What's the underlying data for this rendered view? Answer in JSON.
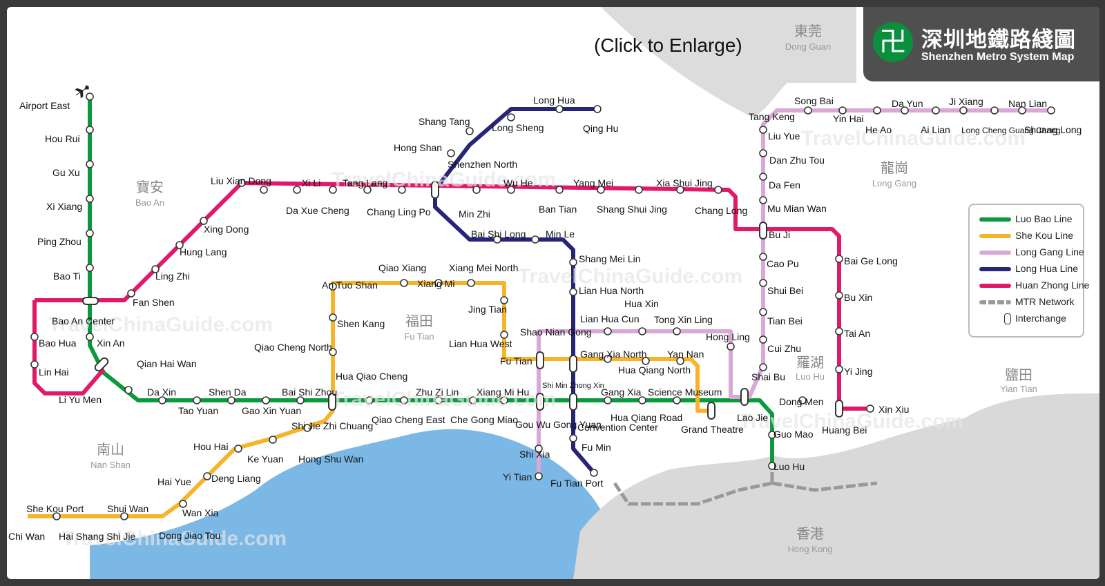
{
  "header": {
    "title_cn": "深圳地鐵路綫圖",
    "title_en": "Shenzhen Metro System Map",
    "click_text": "(Click to Enlarge)",
    "logo_icon": "metro-logo-icon"
  },
  "colors": {
    "luo_bao": "#0a9a3d",
    "she_kou": "#f5b42a",
    "long_gang": "#d9a8d6",
    "long_hua": "#27257a",
    "huan_zhong": "#e0196a",
    "mtr": "#999999",
    "sea": "#7cb8e6",
    "land_hk": "#d9d9d9"
  },
  "legend": {
    "items": [
      {
        "label": "Luo Bao Line",
        "color": "#0a9a3d"
      },
      {
        "label": "She Kou Line",
        "color": "#f5b42a"
      },
      {
        "label": "Long Gang Line",
        "color": "#d9a8d6"
      },
      {
        "label": "Long Hua Line",
        "color": "#27257a"
      },
      {
        "label": "Huan Zhong Line",
        "color": "#e0196a"
      },
      {
        "label": "MTR Network",
        "color": "#999999"
      }
    ],
    "interchange_label": "Interchange"
  },
  "districts": [
    {
      "cn": "寶安",
      "en": "Bao An"
    },
    {
      "cn": "福田",
      "en": "Fu Tian"
    },
    {
      "cn": "南山",
      "en": "Nan Shan"
    },
    {
      "cn": "羅湖",
      "en": "Luo Hu"
    },
    {
      "cn": "龍崗",
      "en": "Long Gang"
    },
    {
      "cn": "東莞",
      "en": "Dong Guan"
    },
    {
      "cn": "鹽田",
      "en": "Yian Tian"
    },
    {
      "cn": "香港",
      "en": "Hong Kong"
    }
  ],
  "watermark": "TravelChinaGuide.com",
  "stations": {
    "luo_bao": [
      "Airport East",
      "Hou Rui",
      "Gu Xu",
      "Xi Xiang",
      "Ping Zhou",
      "Bao Ti",
      "Bao An Center",
      "Xin An",
      "Qian Hai Wan",
      "Li Yu Men",
      "Da Xin",
      "Tao Yuan",
      "Shen Da",
      "Gao Xin Yuan",
      "Bai Shi Zhou",
      "Qiao Cheng East",
      "Hua Qiao Cheng",
      "Shi Jie Zhi Chuang",
      "Zhu Zi Lin",
      "Che Gong Miao",
      "Xiang Mi Hu",
      "Gou Wu Gong Yuan",
      "Convention Center",
      "Hua Qiang Road",
      "Gang Xia",
      "Science Museum",
      "Grand Theatre",
      "Lao Jie",
      "Guo Mao",
      "Luo Hu"
    ],
    "she_kou": [
      "She Kou Port",
      "Shui Wan",
      "Dong Jiao Tou",
      "Wan Xia",
      "Hai Yue",
      "Deng Liang",
      "Hou Hai",
      "Ke Yuan",
      "Hong Shu Wan",
      "Qiao Cheng North",
      "Shen Kang",
      "An Tuo Shan",
      "Qiao Xiang",
      "Xiang Mi",
      "Xiang Mei North",
      "Jing Tian",
      "Lian Hua West",
      "Fu Tian",
      "Gang Xia North",
      "Hua Qiang North",
      "Yan Nan",
      "Chi Wan",
      "Hai Shang Shi Jie"
    ],
    "long_gang": [
      "Tang Keng",
      "Liu Yue",
      "Dan Zhu Tou",
      "Da Fen",
      "Mu Mian Wan",
      "Bu Ji",
      "Cao Pu",
      "Shui Bei",
      "Tian Bei",
      "Cui Zhu",
      "Shai Bu",
      "Hong Ling",
      "Tong Xin Ling",
      "Hua Xin",
      "Lian Hua Cun",
      "Shao Nian Gong",
      "Shi Min Zhong Xin",
      "Shi Xia",
      "Yi Tian",
      "Song Bai",
      "Yin Hai",
      "He Ao",
      "Da Yun",
      "Ai Lian",
      "Ji Xiang",
      "Long Cheng Guang Chang",
      "Nan Lian",
      "Shuang Long"
    ],
    "long_hua": [
      "Qing Hu",
      "Long Hua",
      "Long Sheng",
      "Shang Tang",
      "Hong Shan",
      "Shenzhen North",
      "Min Zhi",
      "Bai Shi Long",
      "Min Le",
      "Shang Mei Lin",
      "Lian Hua North",
      "Fu Min",
      "Fu Tian Port"
    ],
    "huan_zhong": [
      "Liu Xian Dong",
      "Xing Dong",
      "Hung Lang",
      "Ling Zhi",
      "Fan Shen",
      "Bao Hua",
      "Lin Hai",
      "Xi Li",
      "Da Xue Cheng",
      "Tang Lang",
      "Chang Ling Po",
      "Wu He",
      "Ban Tian",
      "Yang Mei",
      "Shang Shui Jing",
      "Xia Shui Jing",
      "Chang Long",
      "Bai Ge Long",
      "Bu Xin",
      "Tai An",
      "Yi Jing",
      "Dong Men",
      "Huang Bei",
      "Xin Xiu"
    ]
  }
}
